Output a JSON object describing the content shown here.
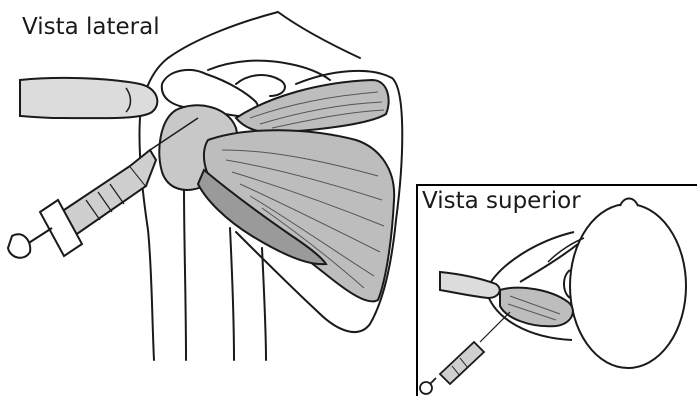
{
  "labels": {
    "lateral_view": "Vista lateral",
    "superior_view": "Vista superior"
  },
  "colors": {
    "ink": "#1a1a1a",
    "muscle": "#bdbdbd",
    "muscle_dark": "#9a9a9a",
    "bone_shade": "#c8c8c8",
    "skin": "#dcdcdc",
    "syringe_body": "#cfcfcf"
  },
  "icons": {
    "lateral_illustration": "shoulder-lateral-injection-illustration",
    "superior_illustration": "shoulder-superior-injection-illustration"
  }
}
